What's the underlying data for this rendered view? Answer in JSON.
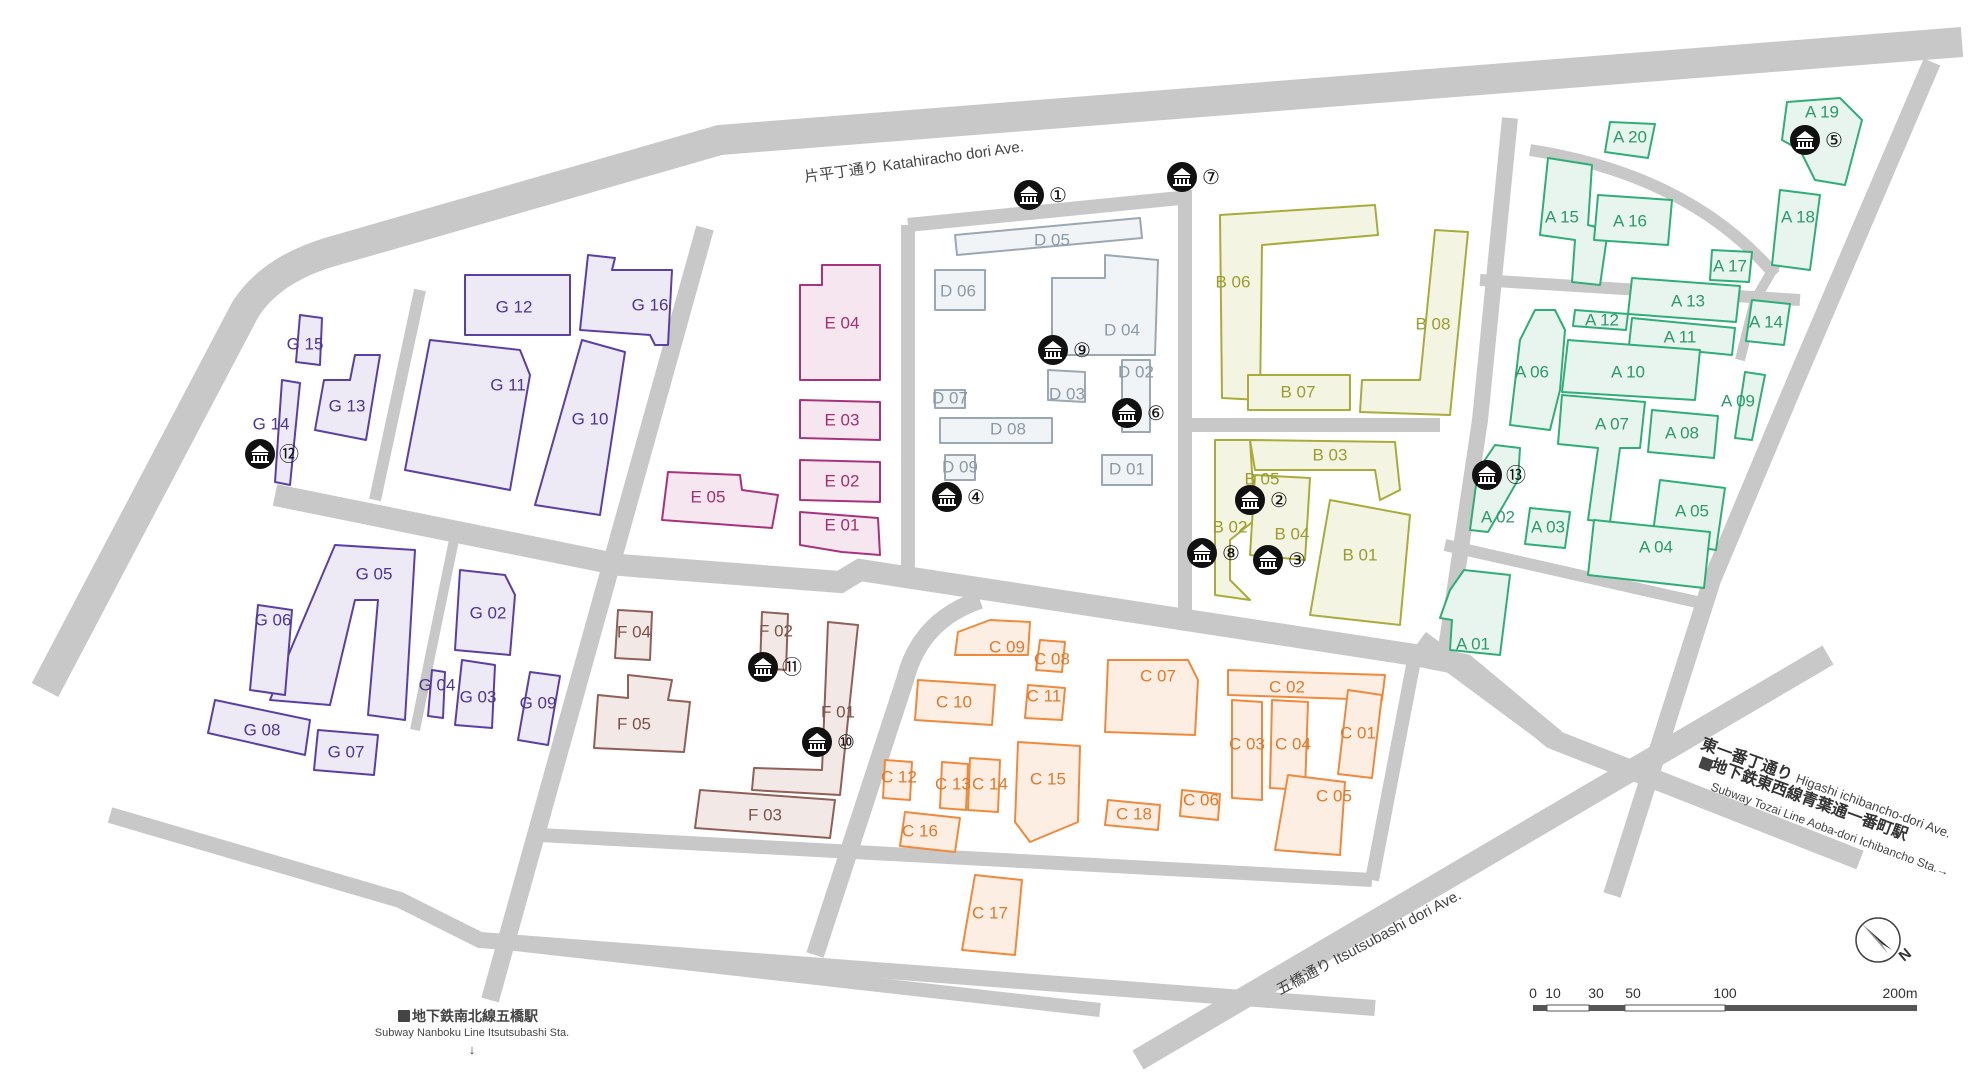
{
  "roads": {
    "katahiracho": "片平丁通り Katahiracho dori Ave.",
    "higashi_ja": "東一番丁通り",
    "higashi_en": "Higashi ichibancho-dori Ave.",
    "tozai_ja": "地下鉄東西線青葉通一番町駅",
    "tozai_en": "Subway Tozai Line Aoba-dori Ichibancho Sta.→",
    "itsutsubashi": "五橋通り Itsutsubashi dori Ave.",
    "nanboku_ja": "地下鉄南北線五橋駅",
    "nanboku_en": "Subway Nanboku Line Itsutsubashi Sta.",
    "nanboku_arrow": "↓"
  },
  "groups": {
    "A": {
      "stroke": "#2fae78",
      "fill": "#e8f4ee",
      "text": "#2c9a6a"
    },
    "B": {
      "stroke": "#a9ab3a",
      "fill": "#f4f4e2",
      "text": "#9a9c2e"
    },
    "C": {
      "stroke": "#ef8a3c",
      "fill": "#fdeee3",
      "text": "#e07a2c"
    },
    "D": {
      "stroke": "#9aa8b4",
      "fill": "#f1f4f6",
      "text": "#8b9aa7"
    },
    "E": {
      "stroke": "#a8337d",
      "fill": "#f5e6f0",
      "text": "#a2306f"
    },
    "F": {
      "stroke": "#8e6058",
      "fill": "#f2e8e6",
      "text": "#7d524a"
    },
    "G": {
      "stroke": "#5c3fa5",
      "fill": "#edeaf6",
      "text": "#4f3592"
    }
  },
  "buildings": [
    {
      "label": "A 19",
      "group": "A"
    },
    {
      "label": "A 20",
      "group": "A"
    },
    {
      "label": "A 15",
      "group": "A"
    },
    {
      "label": "A 16",
      "group": "A"
    },
    {
      "label": "A 18",
      "group": "A"
    },
    {
      "label": "A 17",
      "group": "A"
    },
    {
      "label": "A 13",
      "group": "A"
    },
    {
      "label": "A 14",
      "group": "A"
    },
    {
      "label": "A 12",
      "group": "A"
    },
    {
      "label": "A 11",
      "group": "A"
    },
    {
      "label": "A 06",
      "group": "A"
    },
    {
      "label": "A 10",
      "group": "A"
    },
    {
      "label": "A 09",
      "group": "A"
    },
    {
      "label": "A 07",
      "group": "A"
    },
    {
      "label": "A 08",
      "group": "A"
    },
    {
      "label": "A 05",
      "group": "A"
    },
    {
      "label": "A 04",
      "group": "A"
    },
    {
      "label": "A 02",
      "group": "A"
    },
    {
      "label": "A 03",
      "group": "A"
    },
    {
      "label": "A 01",
      "group": "A"
    },
    {
      "label": "B 06",
      "group": "B"
    },
    {
      "label": "B 08",
      "group": "B"
    },
    {
      "label": "B 07",
      "group": "B"
    },
    {
      "label": "B 03",
      "group": "B"
    },
    {
      "label": "B 05",
      "group": "B"
    },
    {
      "label": "B 02",
      "group": "B"
    },
    {
      "label": "B 04",
      "group": "B"
    },
    {
      "label": "B 01",
      "group": "B"
    },
    {
      "label": "D 05",
      "group": "D"
    },
    {
      "label": "D 06",
      "group": "D"
    },
    {
      "label": "D 04",
      "group": "D"
    },
    {
      "label": "D 02",
      "group": "D"
    },
    {
      "label": "D 07",
      "group": "D"
    },
    {
      "label": "D 03",
      "group": "D"
    },
    {
      "label": "D 08",
      "group": "D"
    },
    {
      "label": "D 09",
      "group": "D"
    },
    {
      "label": "D 01",
      "group": "D"
    },
    {
      "label": "E 04",
      "group": "E"
    },
    {
      "label": "E 03",
      "group": "E"
    },
    {
      "label": "E 02",
      "group": "E"
    },
    {
      "label": "E 05",
      "group": "E"
    },
    {
      "label": "E 01",
      "group": "E"
    },
    {
      "label": "F 04",
      "group": "F"
    },
    {
      "label": "F 02",
      "group": "F"
    },
    {
      "label": "F 05",
      "group": "F"
    },
    {
      "label": "F 01",
      "group": "F"
    },
    {
      "label": "F 03",
      "group": "F"
    },
    {
      "label": "G 12",
      "group": "G"
    },
    {
      "label": "G 16",
      "group": "G"
    },
    {
      "label": "G 15",
      "group": "G"
    },
    {
      "label": "G 13",
      "group": "G"
    },
    {
      "label": "G 11",
      "group": "G"
    },
    {
      "label": "G 10",
      "group": "G"
    },
    {
      "label": "G 14",
      "group": "G"
    },
    {
      "label": "G 05",
      "group": "G"
    },
    {
      "label": "G 06",
      "group": "G"
    },
    {
      "label": "G 02",
      "group": "G"
    },
    {
      "label": "G 04",
      "group": "G"
    },
    {
      "label": "G 03",
      "group": "G"
    },
    {
      "label": "G 09",
      "group": "G"
    },
    {
      "label": "G 08",
      "group": "G"
    },
    {
      "label": "G 07",
      "group": "G"
    },
    {
      "label": "C 09",
      "group": "C"
    },
    {
      "label": "C 08",
      "group": "C"
    },
    {
      "label": "C 07",
      "group": "C"
    },
    {
      "label": "C 02",
      "group": "C"
    },
    {
      "label": "C 10",
      "group": "C"
    },
    {
      "label": "C 11",
      "group": "C"
    },
    {
      "label": "C 03",
      "group": "C"
    },
    {
      "label": "C 04",
      "group": "C"
    },
    {
      "label": "C 01",
      "group": "C"
    },
    {
      "label": "C 12",
      "group": "C"
    },
    {
      "label": "C 13",
      "group": "C"
    },
    {
      "label": "C 14",
      "group": "C"
    },
    {
      "label": "C 15",
      "group": "C"
    },
    {
      "label": "C 18",
      "group": "C"
    },
    {
      "label": "C 06",
      "group": "C"
    },
    {
      "label": "C 05",
      "group": "C"
    },
    {
      "label": "C 16",
      "group": "C"
    },
    {
      "label": "C 17",
      "group": "C"
    }
  ],
  "markers": [
    "①",
    "②",
    "③",
    "④",
    "⑤",
    "⑥",
    "⑦",
    "⑧",
    "⑨",
    "⑩",
    "⑪",
    "⑫",
    "⑬"
  ],
  "scale_bar": {
    "ticks": [
      "0",
      "10",
      "30",
      "50",
      "100",
      "200m"
    ]
  },
  "compass": {
    "label": "N"
  },
  "colors": {
    "road": "#c8c8c8",
    "marker": "#111111"
  }
}
